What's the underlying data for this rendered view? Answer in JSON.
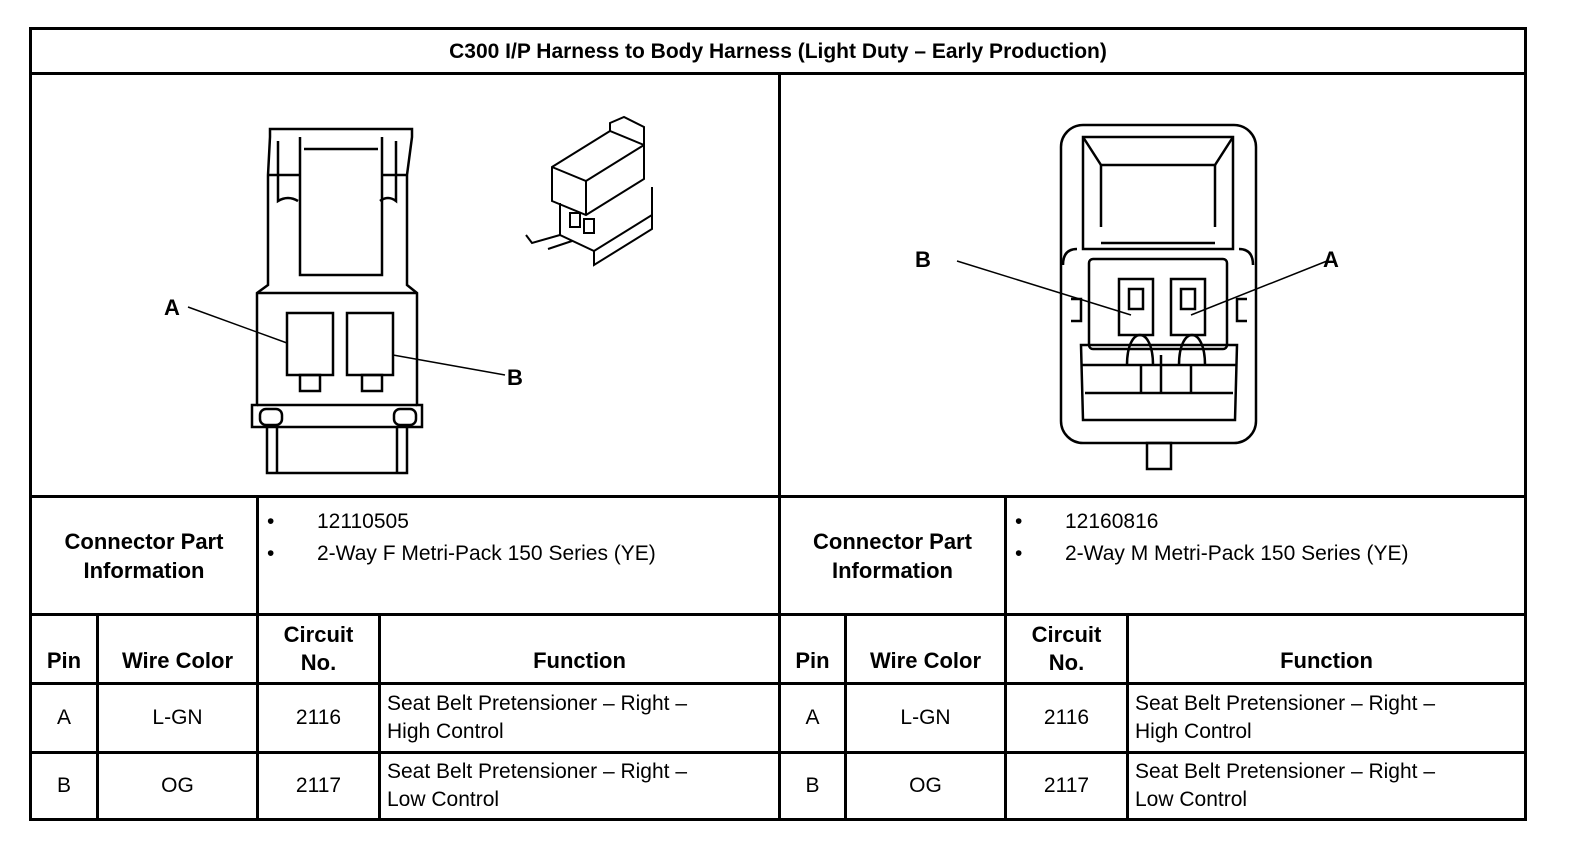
{
  "title": "C300 I/P Harness to Body Harness (Light Duty – Early Production)",
  "left": {
    "pin_labels": {
      "a": "A",
      "b": "B"
    },
    "info_label": "Connector Part Information",
    "info_items": [
      "12110505",
      "2-Way F Metri-Pack 150 Series (YE)"
    ],
    "headers": {
      "pin": "Pin",
      "wire": "Wire Color",
      "circuit": "Circuit No.",
      "function": "Function"
    },
    "rows": [
      {
        "pin": "A",
        "wire": "L-GN",
        "circuit": "2116",
        "function_line1": "Seat Belt Pretensioner – Right –",
        "function_line2": "High Control"
      },
      {
        "pin": "B",
        "wire": "OG",
        "circuit": "2117",
        "function_line1": "Seat Belt Pretensioner – Right –",
        "function_line2": "Low Control"
      }
    ]
  },
  "right": {
    "pin_labels": {
      "a": "A",
      "b": "B"
    },
    "info_label": "Connector Part Information",
    "info_items": [
      "12160816",
      "2-Way M Metri-Pack 150 Series (YE)"
    ],
    "headers": {
      "pin": "Pin",
      "wire": "Wire Color",
      "circuit": "Circuit No.",
      "function": "Function"
    },
    "rows": [
      {
        "pin": "A",
        "wire": "L-GN",
        "circuit": "2116",
        "function_line1": "Seat Belt Pretensioner – Right –",
        "function_line2": "High Control"
      },
      {
        "pin": "B",
        "wire": "OG",
        "circuit": "2117",
        "function_line1": "Seat Belt Pretensioner – Right –",
        "function_line2": "Low Control"
      }
    ]
  }
}
